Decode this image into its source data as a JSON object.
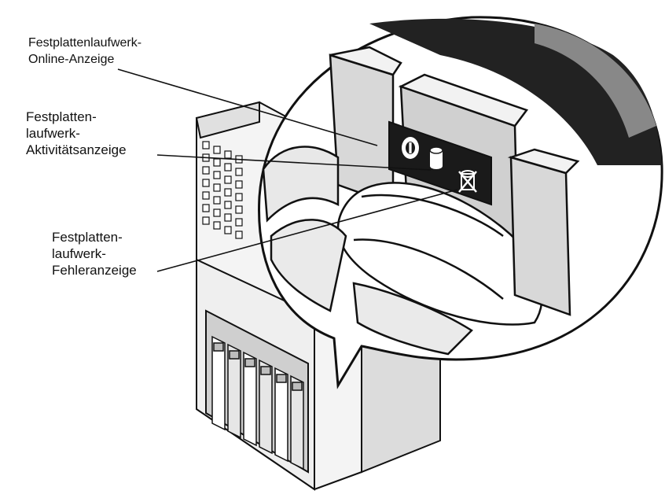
{
  "labels": {
    "online": [
      "Festplattenlaufwerk-",
      "Online-Anzeige"
    ],
    "activity": [
      "Festplatten-",
      "laufwerk-",
      "Aktivitätsanzeige"
    ],
    "fault": [
      "Festplatten-",
      "laufwerk-",
      "Fehleranzeige"
    ]
  },
  "icons": [
    "power-icon",
    "disk-cylinder-icon",
    "disk-fault-icon"
  ],
  "colors": {
    "line": "#111111",
    "fill_light": "#f2f2f2",
    "fill_mid": "#d6d6d6",
    "fill_dark": "#9a9a9a",
    "panel": "#1a1a1a"
  }
}
